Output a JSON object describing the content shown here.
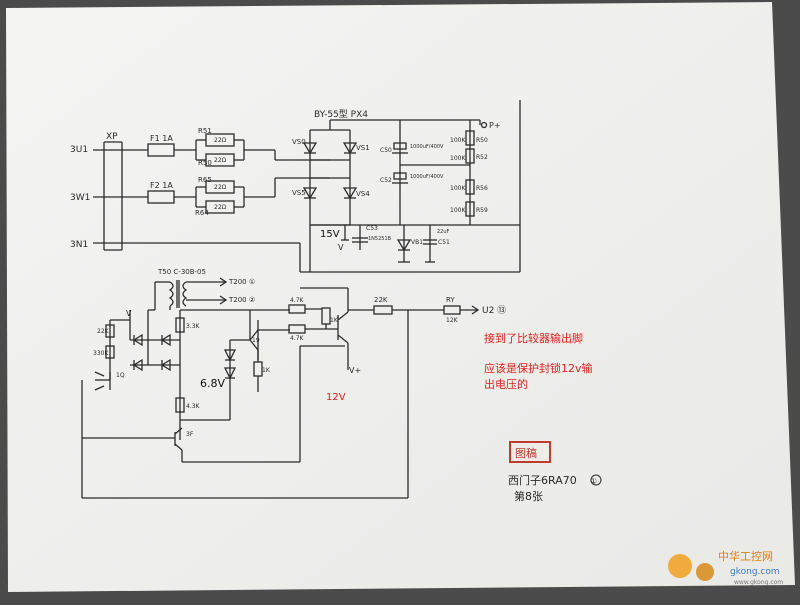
{
  "schematic": {
    "inputs": [
      "3U1",
      "3W1",
      "3N1"
    ],
    "connector": "XP",
    "fuses": [
      "F1 1A",
      "F2 1A"
    ],
    "resistors_in": [
      "R51",
      "22Ω",
      "R50",
      "22Ω",
      "R65",
      "22Ω",
      "R64",
      "22Ω"
    ],
    "bridge_label": "BY-55型 PX4",
    "diodes": [
      "VS0",
      "VS1",
      "VS5",
      "VS4"
    ],
    "caps": [
      "C50",
      "1000uF/400V",
      "C52",
      "1000uF/400V"
    ],
    "right_res": [
      "100K",
      "R50",
      "100K",
      "R52",
      "100K",
      "R56",
      "100K",
      "R59"
    ],
    "p_out": "P+",
    "v15": "15V",
    "v_label": "V",
    "c53": "C53",
    "zener": "1N5251B",
    "vb1": "VB1",
    "cap_small": "22uF",
    "c51": "C51",
    "transformer": "T50 C-30B-05",
    "t200_1": "T200 ①",
    "t200_2": "T200 ②",
    "r22k_left": "22K",
    "r33k": "3.3K",
    "r330k": "330K",
    "q19": "19",
    "q1": "1Q",
    "v6_8": "6.8V",
    "r1k_a": "1K",
    "r1k_b": "1K",
    "r4_7k_a": "4.7K",
    "r4_7k_b": "4.7K",
    "r4_3k": "4.3K",
    "q3f": "3F",
    "r22k": "22K",
    "ry": "RY",
    "r12k": "12K",
    "u_out": "U2 ⑬",
    "v_plus": "V+",
    "v_top": "V",
    "v12": "12V"
  },
  "annotations": {
    "line1": "接到了比较器输出脚",
    "line2": "应该是保护封锁12v输",
    "line3": "出电压的"
  },
  "stamp": "图稿",
  "signature": {
    "line1": "西门子6RA70",
    "line2": "第8张",
    "page": "①"
  },
  "watermark": {
    "site": "中华工控网",
    "url": "gkong.com",
    "sub": "www.gkong.com"
  }
}
